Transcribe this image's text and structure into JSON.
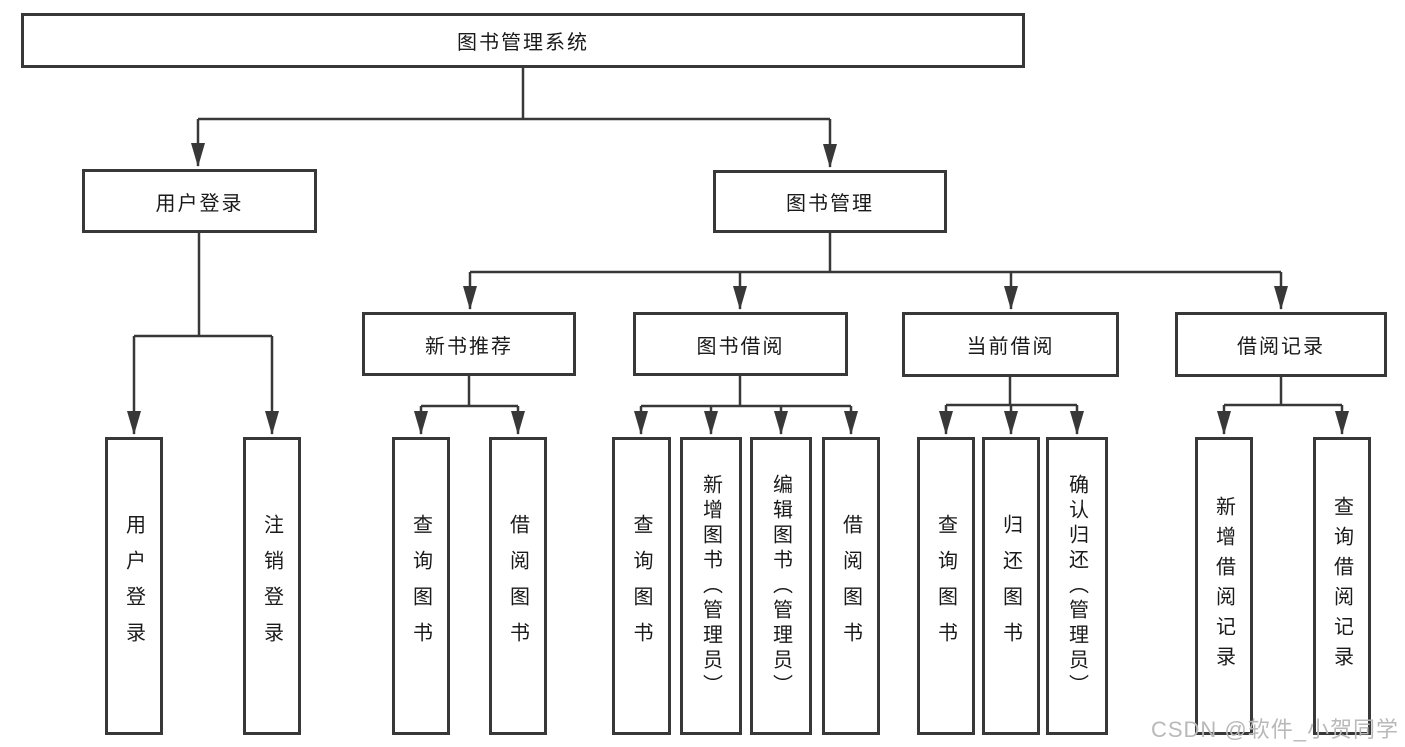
{
  "diagram": {
    "type": "hierarchy",
    "root": {
      "label": "图书管理系统",
      "children": [
        {
          "label": "用户登录",
          "children": [
            {
              "label": "用户登录"
            },
            {
              "label": "注销登录"
            }
          ]
        },
        {
          "label": "图书管理",
          "children": [
            {
              "label": "新书推荐",
              "children": [
                {
                  "label": "查询图书"
                },
                {
                  "label": "借阅图书"
                }
              ]
            },
            {
              "label": "图书借阅",
              "children": [
                {
                  "label": "查询图书"
                },
                {
                  "label": "新增图书（管理员）"
                },
                {
                  "label": "编辑图书（管理员）"
                },
                {
                  "label": "借阅图书"
                }
              ]
            },
            {
              "label": "当前借阅",
              "children": [
                {
                  "label": "查询图书"
                },
                {
                  "label": "归还图书"
                },
                {
                  "label": "确认归还（管理员）"
                }
              ]
            },
            {
              "label": "借阅记录",
              "children": [
                {
                  "label": "新增借阅记录"
                },
                {
                  "label": "查询借阅记录"
                }
              ]
            }
          ]
        }
      ]
    }
  },
  "watermark": {
    "text": "CSDN @软件_小贺同学"
  },
  "colors": {
    "line": "#383838",
    "box_border": "#383838",
    "text": "#1a1a1a",
    "background": "#ffffff",
    "watermark": "#b9b9b9"
  }
}
